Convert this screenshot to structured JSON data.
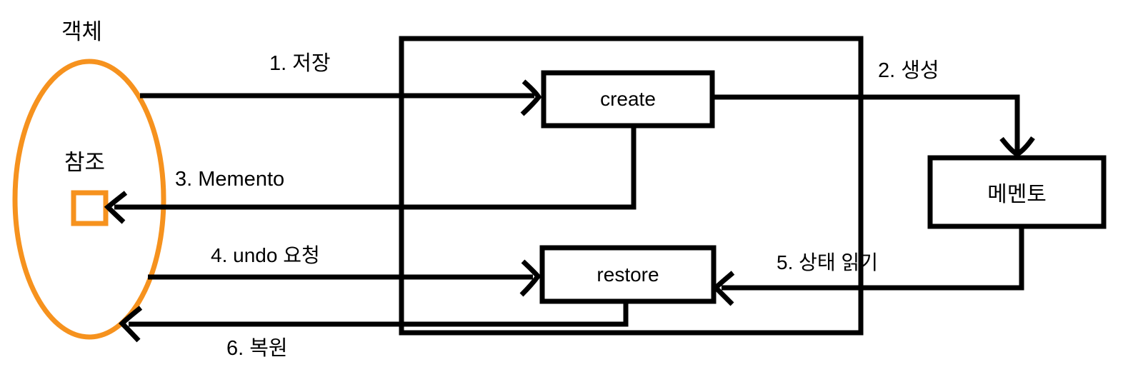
{
  "diagram": {
    "kind": "memento-pattern-flow",
    "object_label": "객체",
    "reference_label": "참조",
    "boxes": {
      "create_label": "create",
      "restore_label": "restore",
      "memento_label": "메멘토"
    },
    "arrows": {
      "step1_save": "1. 저장",
      "step2_create": "2. 생성",
      "step3_memento": "3. Memento",
      "step4_undo_request": "4. undo 요청",
      "step5_read_state": "5. 상태 읽기",
      "step6_restore": "6. 복원"
    },
    "colors": {
      "accent_orange": "#F6921E",
      "line_black": "#000000",
      "background": "#FFFFFF"
    }
  }
}
